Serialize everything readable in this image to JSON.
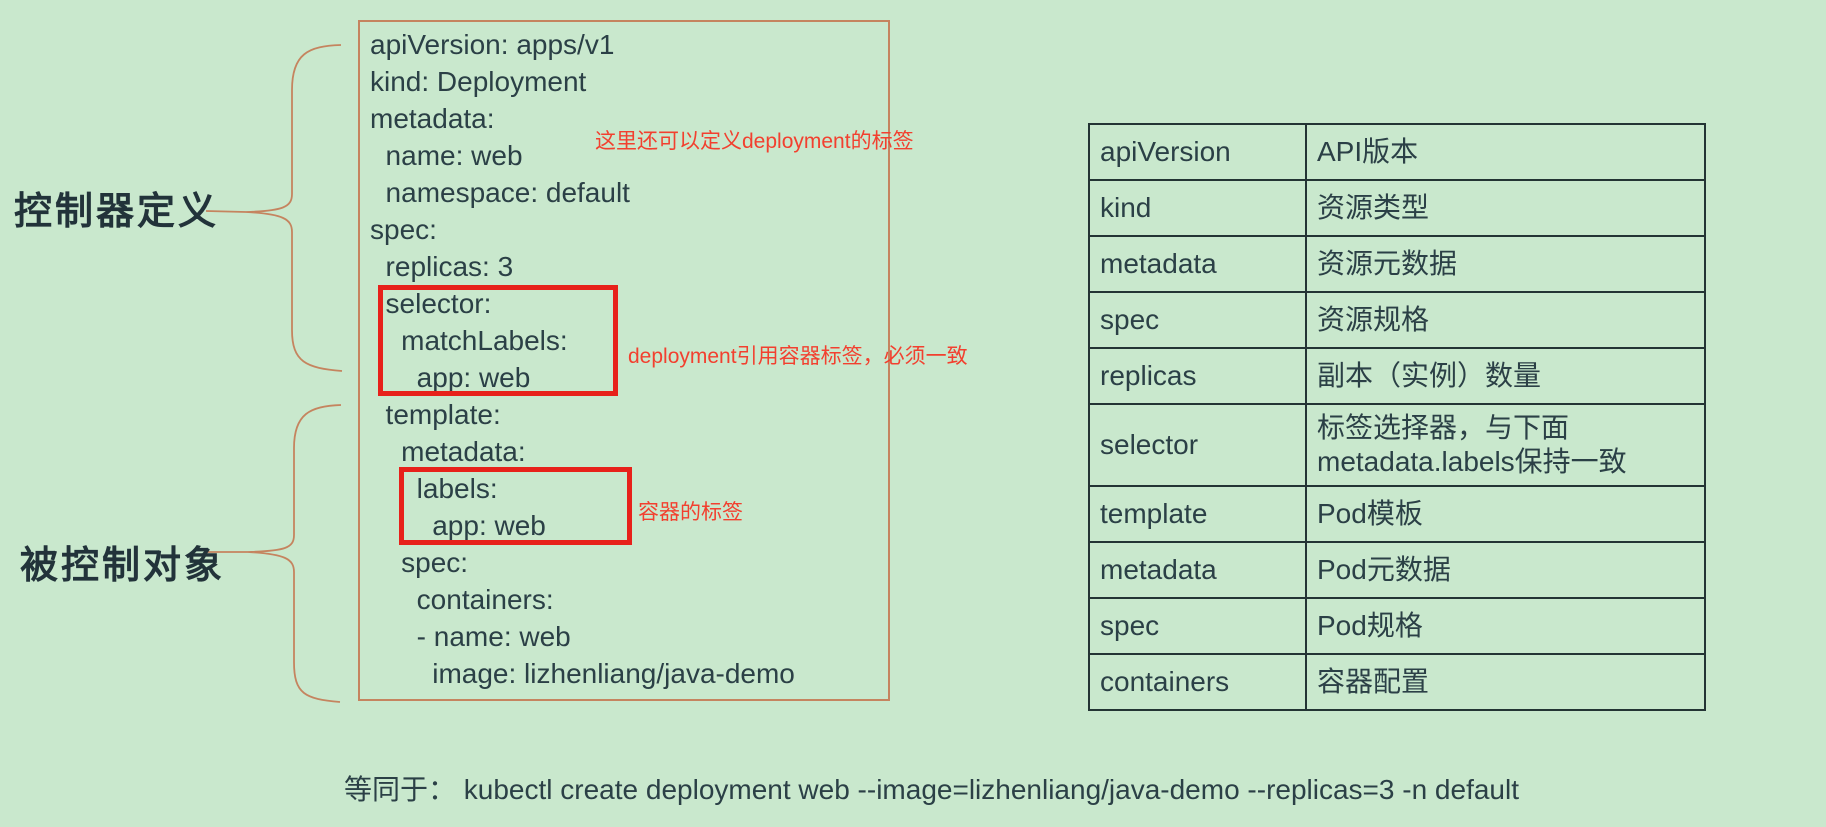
{
  "labels": {
    "controller": "控制器定义",
    "controlled": "被控制对象"
  },
  "code": {
    "lines": [
      "apiVersion: apps/v1",
      "kind: Deployment",
      "metadata:",
      "  name: web",
      "  namespace: default",
      "spec:",
      "  replicas: 3",
      "  selector:",
      "    matchLabels:",
      "      app: web",
      "  template:",
      "    metadata:",
      "      labels:",
      "        app: web",
      "    spec:",
      "      containers:",
      "      - name: web",
      "        image: lizhenliang/java-demo"
    ]
  },
  "annotations": {
    "deployment_labels": "这里还可以定义deployment的标签",
    "selector_match": "deployment引用容器标签，必须一致",
    "container_labels": "容器的标签"
  },
  "table": {
    "rows": [
      {
        "key": "apiVersion",
        "desc": "API版本"
      },
      {
        "key": "kind",
        "desc": "资源类型"
      },
      {
        "key": "metadata",
        "desc": "资源元数据"
      },
      {
        "key": "spec",
        "desc": "资源规格"
      },
      {
        "key": "replicas",
        "desc": "副本（实例）数量"
      },
      {
        "key": "selector",
        "desc": "标签选择器，与下面metadata.labels保持一致"
      },
      {
        "key": "template",
        "desc": "Pod模板"
      },
      {
        "key": "metadata",
        "desc": "Pod元数据"
      },
      {
        "key": "spec",
        "desc": "Pod规格"
      },
      {
        "key": "containers",
        "desc": "容器配置"
      }
    ]
  },
  "footer": {
    "equivalent_command": "等同于： kubectl create deployment web --image=lizhenliang/java-demo --replicas=3 -n default"
  },
  "colors": {
    "background": "#c9e8cd",
    "text": "#2b4046",
    "accent_border": "#c5845f",
    "highlight_red": "#e7211a",
    "note_red": "#f2402f",
    "table_border": "#233434"
  }
}
